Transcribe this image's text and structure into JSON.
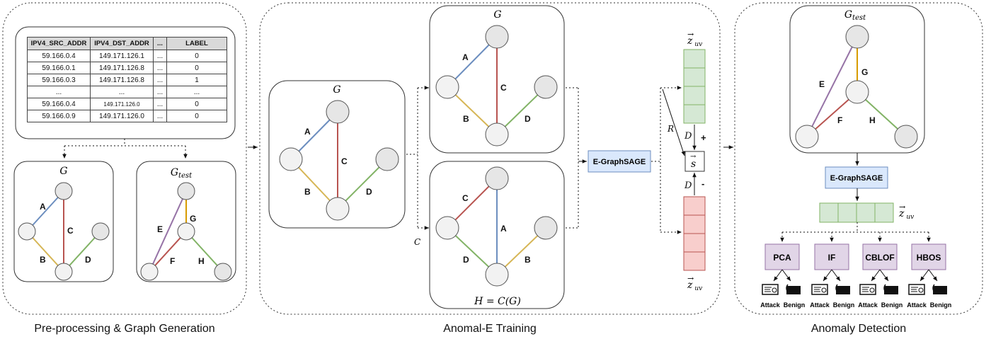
{
  "sections": [
    {
      "caption": "Pre-processing & Graph Generation"
    },
    {
      "caption": "Anomal-E Training"
    },
    {
      "caption": "Anomaly Detection"
    }
  ],
  "table": {
    "headers": [
      "IPV4_SRC_ADDR",
      "IPV4_DST_ADDR",
      "...",
      "LABEL"
    ],
    "rows": [
      [
        "59.166.0.4",
        "149.171.126.1",
        "...",
        "0"
      ],
      [
        "59.166.0.1",
        "149.171.126.8",
        "...",
        "0"
      ],
      [
        "59.166.0.3",
        "149.171.126.8",
        "...",
        "1"
      ],
      [
        "...",
        "...",
        "...",
        "..."
      ],
      [
        "59.166.0.4",
        "149.171.126.0",
        "...",
        "0"
      ],
      [
        "59.166.0.9",
        "149.171.126.0",
        "...",
        "0"
      ]
    ]
  },
  "graph_labels": {
    "g": "G",
    "g_test_base": "G",
    "g_test_sub": "test",
    "h": "H = C(G)"
  },
  "edge_labels": {
    "a": "A",
    "b": "B",
    "c": "C",
    "d": "D",
    "e": "E",
    "f": "F",
    "g": "G",
    "h": "H"
  },
  "edge_colors": {
    "a": "#6c8ebf",
    "b": "#d6b656",
    "c": "#b85450",
    "d": "#82b366",
    "e": "#9673a6",
    "g": "#d79b00",
    "h": "#82b366"
  },
  "encoder": {
    "label": "E-GraphSAGE"
  },
  "embedding": {
    "z_base": "z",
    "z_sub": "uv",
    "z_arrow": "→"
  },
  "summary": {
    "label": "s",
    "arrow": "→"
  },
  "discriminator": {
    "d": "D",
    "plus": "+",
    "minus": "-",
    "r": "R",
    "c": "C"
  },
  "detectors": [
    "PCA",
    "IF",
    "CBLOF",
    "HBOS"
  ],
  "outcomes": {
    "attack": "Attack",
    "benign": "Benign"
  },
  "colors": {
    "encoder_fill": "#dae8fc",
    "encoder_stroke": "#6c8ebf",
    "pos_fill": "#d5e8d4",
    "pos_stroke": "#82b366",
    "neg_fill": "#f8cecc",
    "neg_stroke": "#b85450",
    "det_fill": "#e1d5e7",
    "det_stroke": "#9673a6",
    "node_fill": "#f2f2f2"
  }
}
